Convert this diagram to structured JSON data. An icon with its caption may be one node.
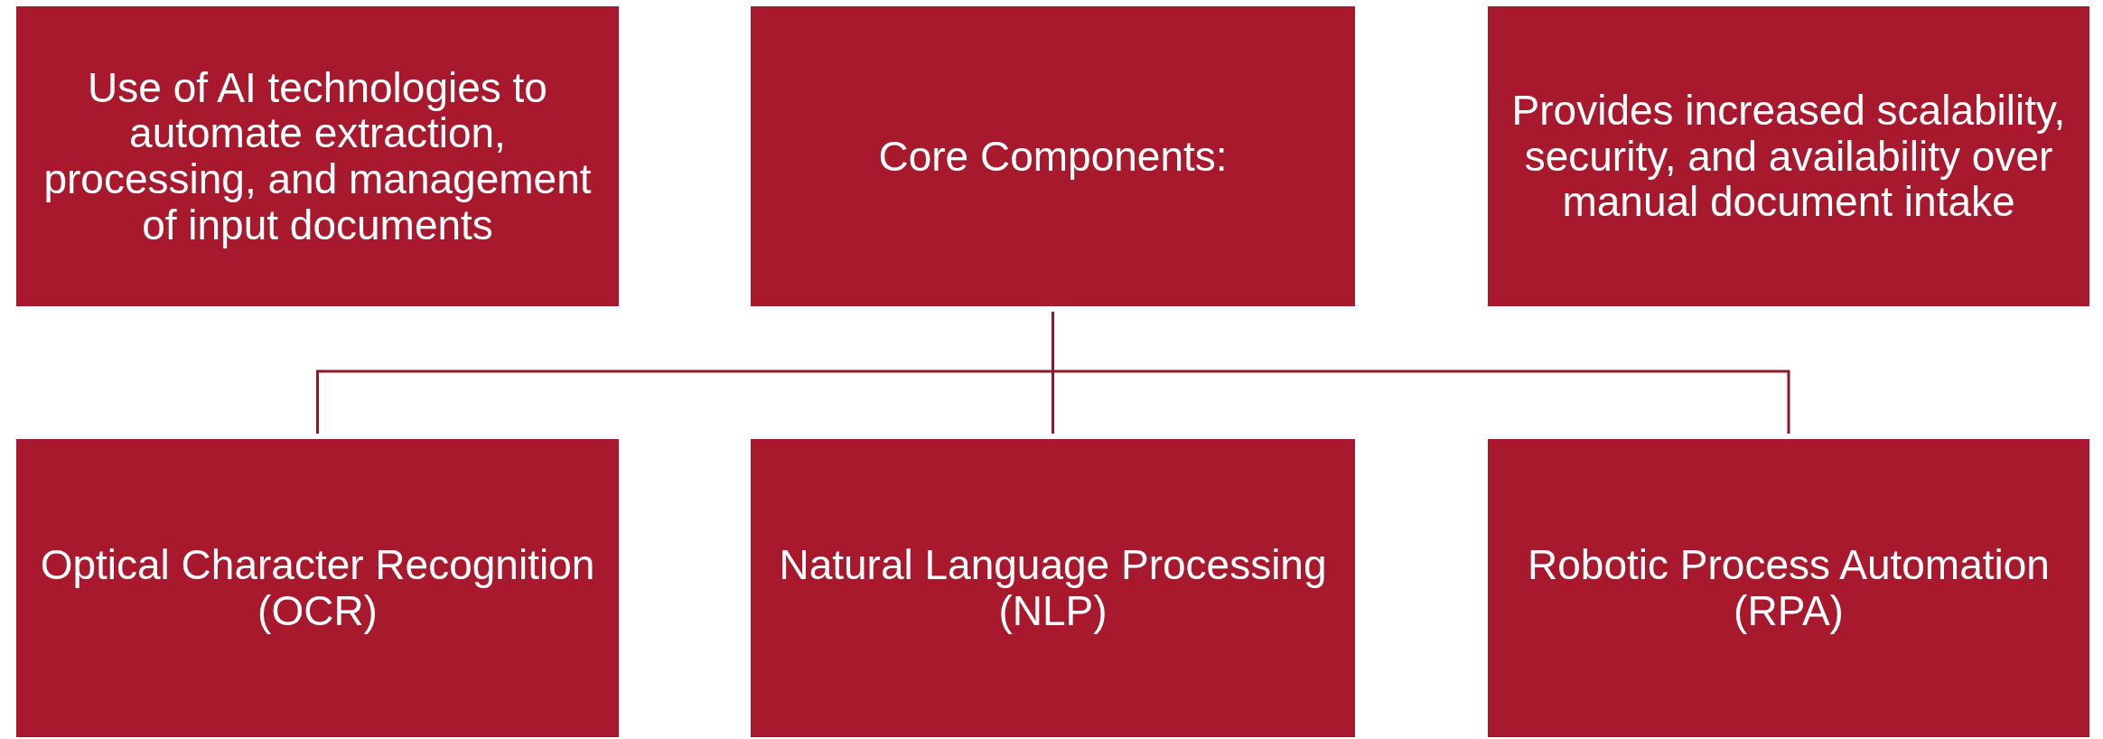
{
  "diagram": {
    "nodes": [
      {
        "text": [
          "Use of AI technologies to automate extraction, processing, and management of input documents"
        ]
      },
      {
        "text": [
          "Core Components:"
        ]
      },
      {
        "text": [
          "Provides increased scalability, security, and availability over manual document intake"
        ]
      },
      {
        "text": [
          "Optical Character Recognition (OCR)"
        ]
      },
      {
        "text": [
          "Natural Language Processing (NLP)"
        ]
      },
      {
        "text": [
          "Robotic Process Automation (RPA)"
        ]
      }
    ],
    "edges": [
      {
        "from": 1,
        "to": 3,
        "arrow": "none"
      },
      {
        "from": 1,
        "to": 4,
        "arrow": "none"
      },
      {
        "from": 1,
        "to": 5,
        "arrow": "none"
      }
    ]
  }
}
